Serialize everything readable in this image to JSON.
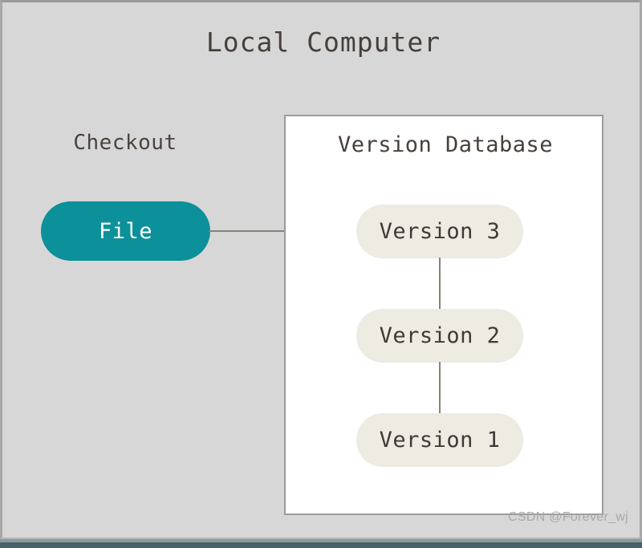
{
  "diagram": {
    "title": "Local Computer",
    "type": "local-version-control-diagram",
    "background_color": "#d6d6d6",
    "frame_border_color": "#a8a8a8"
  },
  "checkout": {
    "label": "Checkout",
    "node": {
      "label": "File",
      "shape": "pill",
      "fill_color": "#0c9099",
      "text_color": "#ffffff"
    }
  },
  "version_database": {
    "title": "Version Database",
    "panel_fill": "#ffffff",
    "panel_border": "#9c9c9c",
    "node_fill": "#edebe2",
    "node_text_color": "#3f3a37",
    "versions": [
      {
        "label": "Version 3"
      },
      {
        "label": "Version 2"
      },
      {
        "label": "Version 1"
      }
    ]
  },
  "connectors": {
    "line_color": "#8a8078",
    "edges": [
      {
        "from": "File",
        "to": "Version 3",
        "orientation": "horizontal"
      },
      {
        "from": "Version 3",
        "to": "Version 2",
        "orientation": "vertical"
      },
      {
        "from": "Version 2",
        "to": "Version 1",
        "orientation": "vertical"
      }
    ]
  },
  "watermark": {
    "text": "CSDN @Forever_wj"
  }
}
